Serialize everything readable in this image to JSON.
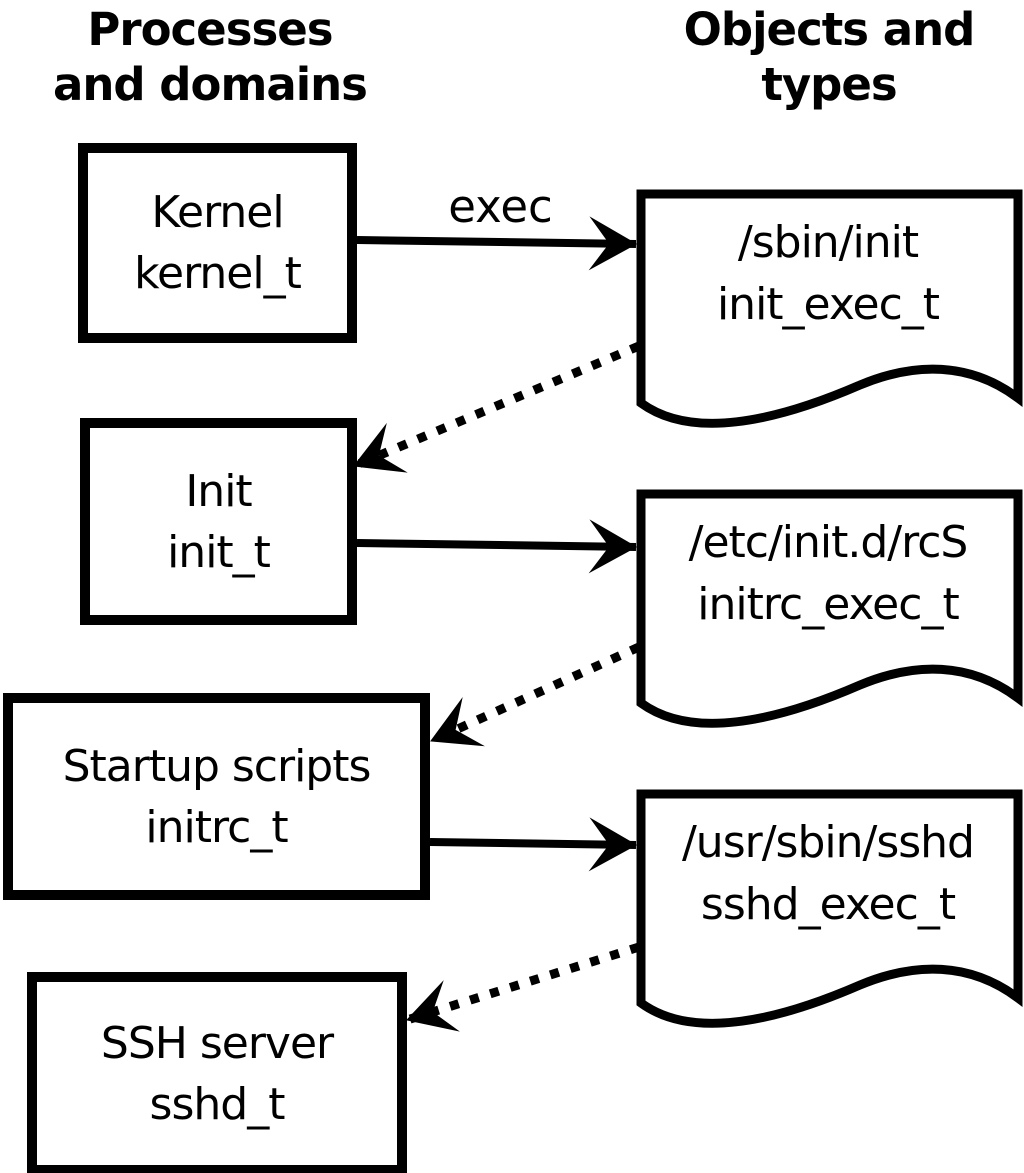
{
  "headers": {
    "left": {
      "line1": "Processes",
      "line2": "and domains"
    },
    "right": {
      "line1": "Objects and",
      "line2": "types"
    }
  },
  "nodes": {
    "processes": [
      {
        "label": "Kernel",
        "type": "kernel_t"
      },
      {
        "label": "Init",
        "type": "init_t"
      },
      {
        "label": "Startup scripts",
        "type": "initrc_t"
      },
      {
        "label": "SSH server",
        "type": "sshd_t"
      }
    ],
    "objects": [
      {
        "label": "/sbin/init",
        "type": "init_exec_t"
      },
      {
        "label": "/etc/init.d/rcS",
        "type": "initrc_exec_t"
      },
      {
        "label": "/usr/sbin/sshd",
        "type": "sshd_exec_t"
      }
    ]
  },
  "edges": {
    "solid": [
      {
        "from": "kernel_t",
        "to": "init_exec_t",
        "label": "exec",
        "style": "solid"
      },
      {
        "from": "init_t",
        "to": "initrc_exec_t",
        "label": "",
        "style": "solid"
      },
      {
        "from": "initrc_t",
        "to": "sshd_exec_t",
        "label": "",
        "style": "solid"
      }
    ],
    "dotted": [
      {
        "from": "init_exec_t",
        "to": "init_t",
        "style": "dotted"
      },
      {
        "from": "initrc_exec_t",
        "to": "initrc_t",
        "style": "dotted"
      },
      {
        "from": "sshd_exec_t",
        "to": "sshd_t",
        "style": "dotted"
      }
    ]
  },
  "colors": {
    "ink": "#000000",
    "background": "#ffffff"
  }
}
